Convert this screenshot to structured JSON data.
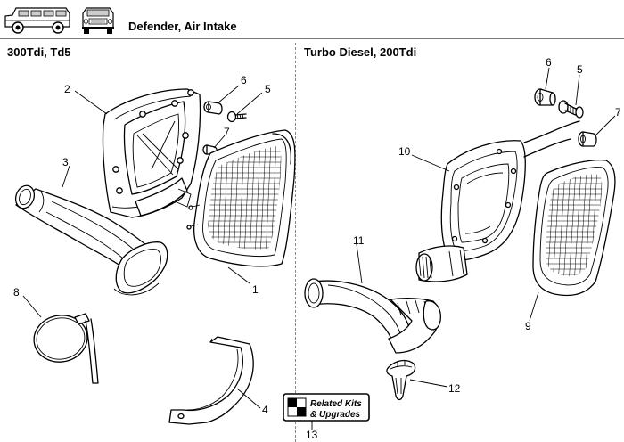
{
  "header": {
    "title": "Defender,  Air Intake",
    "icons": [
      "defender-station-wagon-icon",
      "defender-front-view-icon"
    ]
  },
  "sections": {
    "left": {
      "title": "300Tdi, Td5"
    },
    "right": {
      "title": "Turbo Diesel, 200Tdi"
    }
  },
  "callouts": {
    "c1": "1",
    "c2": "2",
    "c3": "3",
    "c4": "4",
    "c5l": "5",
    "c6l": "6",
    "c7l": "7",
    "c8": "8",
    "c5r": "5",
    "c6r": "6",
    "c7r": "7",
    "c9": "9",
    "c10": "10",
    "c11": "11",
    "c12": "12",
    "c13": "13"
  },
  "badge": {
    "line1": "Related Kits",
    "line2": "& Upgrades"
  },
  "colors": {
    "line": "#000000",
    "background": "#ffffff",
    "divider": "#888888"
  }
}
